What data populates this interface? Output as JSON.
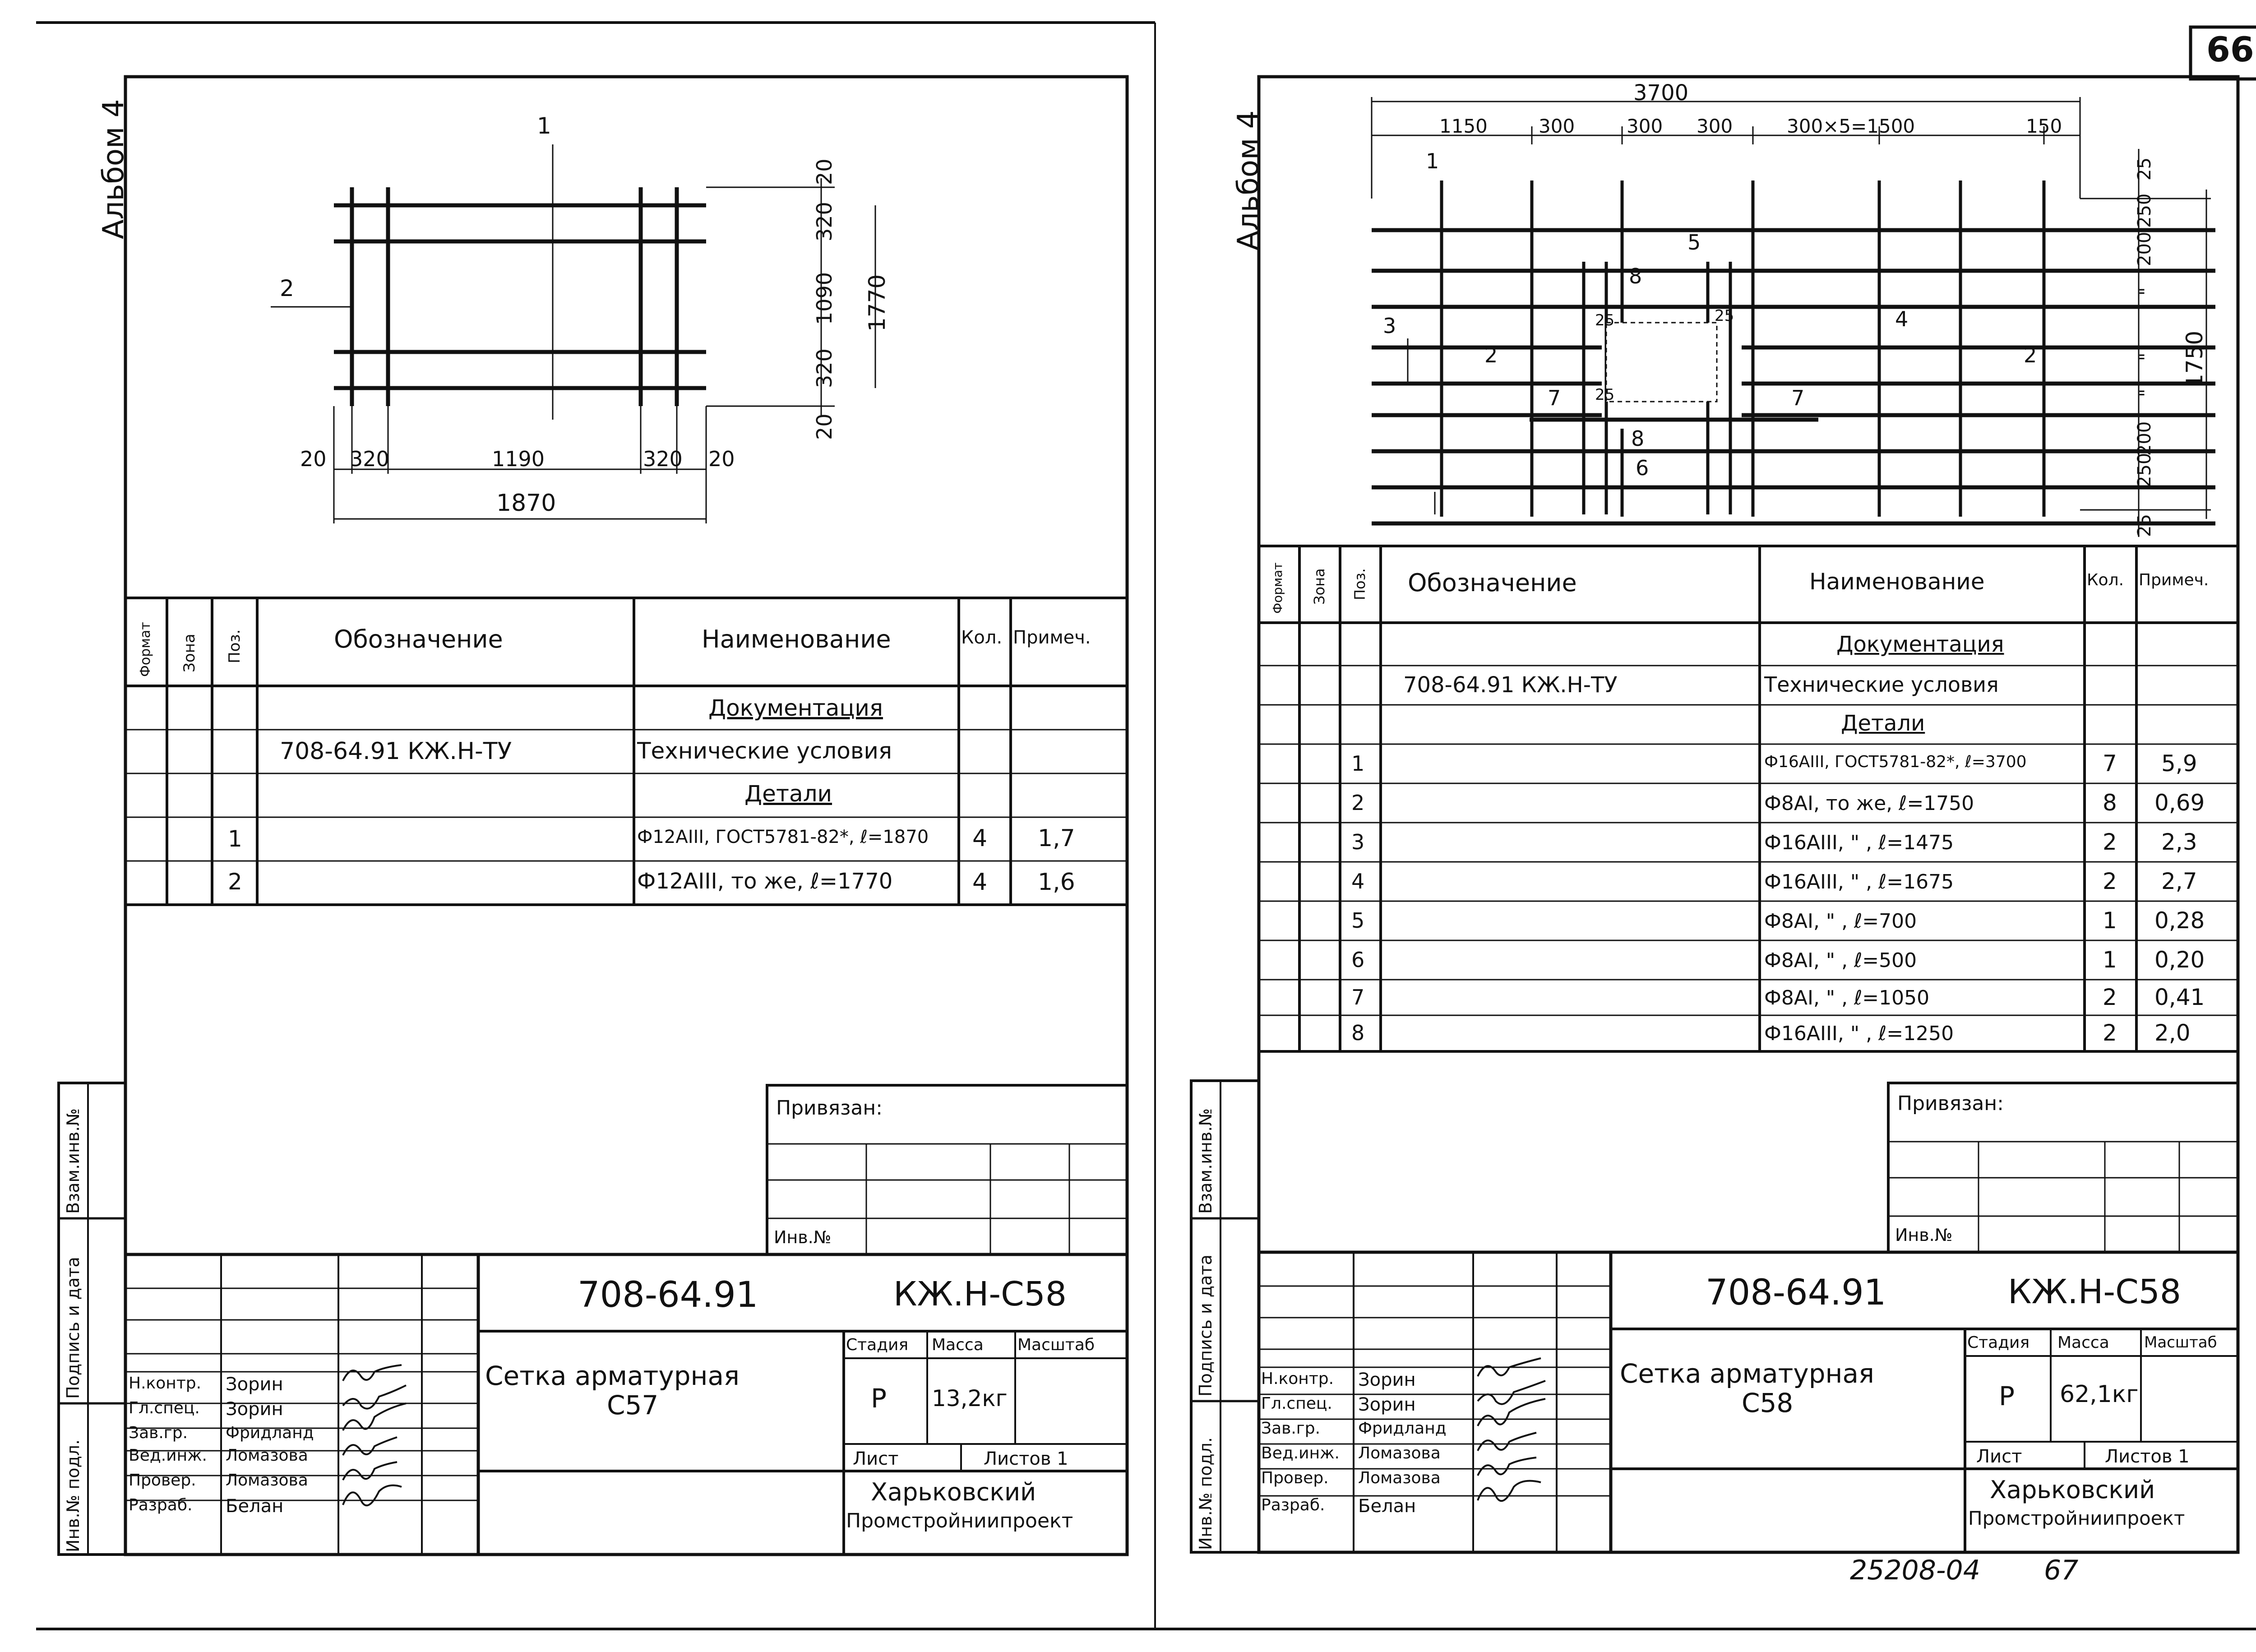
{
  "page_number": "66",
  "bottom_code": "25208-04",
  "bottom_page": "67",
  "left": {
    "album": "Альбом 4",
    "drawing": {
      "label_pos1": "1",
      "label_pos2": "2",
      "dim_right": [
        "20",
        "320",
        "1090",
        "320",
        "20"
      ],
      "dim_right_total": "1770",
      "dim_bottom": [
        "20",
        "320",
        "1190",
        "320",
        "20"
      ],
      "dim_bottom_total": "1870"
    },
    "spec": {
      "headers": [
        "Формат",
        "Зона",
        "Поз.",
        "Обозначение",
        "Наименование",
        "Кол.",
        "Примеч."
      ],
      "rows": [
        {
          "pos": "",
          "designation": "",
          "name": "Документация",
          "qty": "",
          "note": "",
          "heading": true
        },
        {
          "pos": "",
          "designation": "708-64.91   КЖ.Н-ТУ",
          "name": "Технические условия",
          "qty": "",
          "note": ""
        },
        {
          "pos": "",
          "designation": "",
          "name": "Детали",
          "qty": "",
          "note": "",
          "heading": true
        },
        {
          "pos": "1",
          "designation": "",
          "name": "Ф12АIII, ГОСТ5781-82*, ℓ=1870",
          "qty": "4",
          "note": "1,7"
        },
        {
          "pos": "2",
          "designation": "",
          "name": "Ф12АIII, то же, ℓ=1770",
          "qty": "4",
          "note": "1,6"
        }
      ]
    },
    "privyazan": "Привязан:",
    "inv_no": "Инв.№",
    "side_labels": [
      "Взам.инв.№",
      "Подпись и дата",
      "Инв.№ подл."
    ],
    "title_block": {
      "code": "708-64.91",
      "sheet_code": "КЖ.Н-С58",
      "title": "Сетка арматурная",
      "subtitle": "С57",
      "stage_label": "Стадия",
      "mass_label": "Масса",
      "scale_label": "Масштаб",
      "stage": "Р",
      "mass": "13,2кг",
      "sheet_label": "Лист",
      "sheets_label": "Листов 1",
      "org1": "Харьковский",
      "org2": "Промстройниипроект",
      "roles": [
        {
          "role": "Н.контр.",
          "name": "Зорин"
        },
        {
          "role": "Гл.спец.",
          "name": "Зорин"
        },
        {
          "role": "Зав.гр.",
          "name": "Фридланд"
        },
        {
          "role": "Вед.инж.",
          "name": "Ломазова"
        },
        {
          "role": "Провер.",
          "name": "Ломазова"
        },
        {
          "role": "Разраб.",
          "name": "Белан"
        }
      ]
    }
  },
  "right": {
    "album": "Альбом 4",
    "drawing": {
      "dim_top_total": "3700",
      "dim_top": [
        "1150",
        "300",
        "300",
        "300",
        "300×5=1500",
        "150"
      ],
      "dim_right_total": "1750",
      "dim_right": [
        "25",
        "250",
        "200",
        "\"",
        "\"",
        "\"",
        "250",
        "200",
        "25"
      ],
      "labels": [
        "1",
        "2",
        "3",
        "4",
        "5",
        "6",
        "7",
        "7",
        "8",
        "8",
        "2",
        "25",
        "25",
        "25"
      ]
    },
    "spec": {
      "headers": [
        "Формат",
        "Зона",
        "Поз.",
        "Обозначение",
        "Наименование",
        "Кол.",
        "Примеч."
      ],
      "rows": [
        {
          "pos": "",
          "designation": "",
          "name": "Документация",
          "qty": "",
          "note": "",
          "heading": true
        },
        {
          "pos": "",
          "designation": "708-64.91   КЖ.Н-ТУ",
          "name": "Технические условия",
          "qty": "",
          "note": ""
        },
        {
          "pos": "",
          "designation": "",
          "name": "Детали",
          "qty": "",
          "note": "",
          "heading": true
        },
        {
          "pos": "1",
          "designation": "",
          "name": "Ф16АIII, ГОСТ5781-82*, ℓ=3700",
          "qty": "7",
          "note": "5,9"
        },
        {
          "pos": "2",
          "designation": "",
          "name": "Ф8АI, то же, ℓ=1750",
          "qty": "8",
          "note": "0,69"
        },
        {
          "pos": "3",
          "designation": "",
          "name": "Ф16АIII,  \"  , ℓ=1475",
          "qty": "2",
          "note": "2,3"
        },
        {
          "pos": "4",
          "designation": "",
          "name": "Ф16АIII,  \"  , ℓ=1675",
          "qty": "2",
          "note": "2,7"
        },
        {
          "pos": "5",
          "designation": "",
          "name": "Ф8АI,  \"  , ℓ=700",
          "qty": "1",
          "note": "0,28"
        },
        {
          "pos": "6",
          "designation": "",
          "name": "Ф8АI,  \"  , ℓ=500",
          "qty": "1",
          "note": "0,20"
        },
        {
          "pos": "7",
          "designation": "",
          "name": "Ф8АI,  \"  , ℓ=1050",
          "qty": "2",
          "note": "0,41"
        },
        {
          "pos": "8",
          "designation": "",
          "name": "Ф16АIII,  \"  , ℓ=1250",
          "qty": "2",
          "note": "2,0"
        }
      ]
    },
    "privyazan": "Привязан:",
    "inv_no": "Инв.№",
    "side_labels": [
      "Взам.инв.№",
      "Подпись и дата",
      "Инв.№ подл."
    ],
    "title_block": {
      "code": "708-64.91",
      "sheet_code": "КЖ.Н-С58",
      "title": "Сетка арматурная",
      "subtitle": "С58",
      "stage_label": "Стадия",
      "mass_label": "Масса",
      "scale_label": "Масштаб",
      "stage": "Р",
      "mass": "62,1кг",
      "sheet_label": "Лист",
      "sheets_label": "Листов 1",
      "org1": "Харьковский",
      "org2": "Промстройниипроект",
      "roles": [
        {
          "role": "Н.контр.",
          "name": "Зорин"
        },
        {
          "role": "Гл.спец.",
          "name": "Зорин"
        },
        {
          "role": "Зав.гр.",
          "name": "Фридланд"
        },
        {
          "role": "Вед.инж.",
          "name": "Ломазова"
        },
        {
          "role": "Провер.",
          "name": "Ломазова"
        },
        {
          "role": "Разраб.",
          "name": "Белан"
        }
      ]
    }
  }
}
